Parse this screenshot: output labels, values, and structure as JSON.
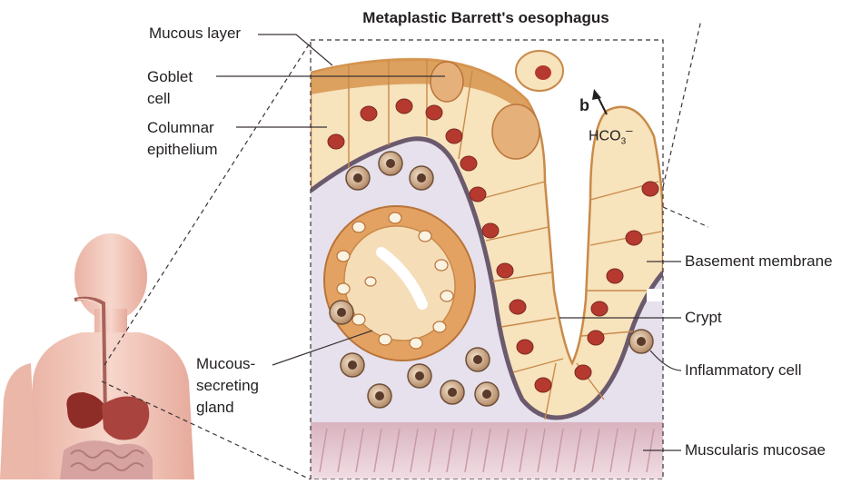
{
  "title": "Metaplastic Barrett's oesophagus",
  "panel_tag": "b",
  "chemical": {
    "base": "HCO",
    "sub": "3",
    "sup": "–"
  },
  "labels": {
    "mucous_layer": "Mucous layer",
    "goblet_cell_1": "Goblet",
    "goblet_cell_2": "cell",
    "columnar_1": "Columnar",
    "columnar_2": "epithelium",
    "gland_1": "Mucous-",
    "gland_2": "secreting",
    "gland_3": "gland",
    "basement_membrane": "Basement membrane",
    "crypt": "Crypt",
    "inflammatory_cell": "Inflammatory cell",
    "muscularis": "Muscularis mucosae"
  },
  "colors": {
    "epithelium": "#f7e3bc",
    "epithelium_edge": "#c98a4a",
    "nucleus": "#b5392f",
    "membrane": "#6b5a6e",
    "lamina": "#e6e1ec",
    "muscle": "#e8cfd6",
    "body": "#f1c4b6"
  }
}
